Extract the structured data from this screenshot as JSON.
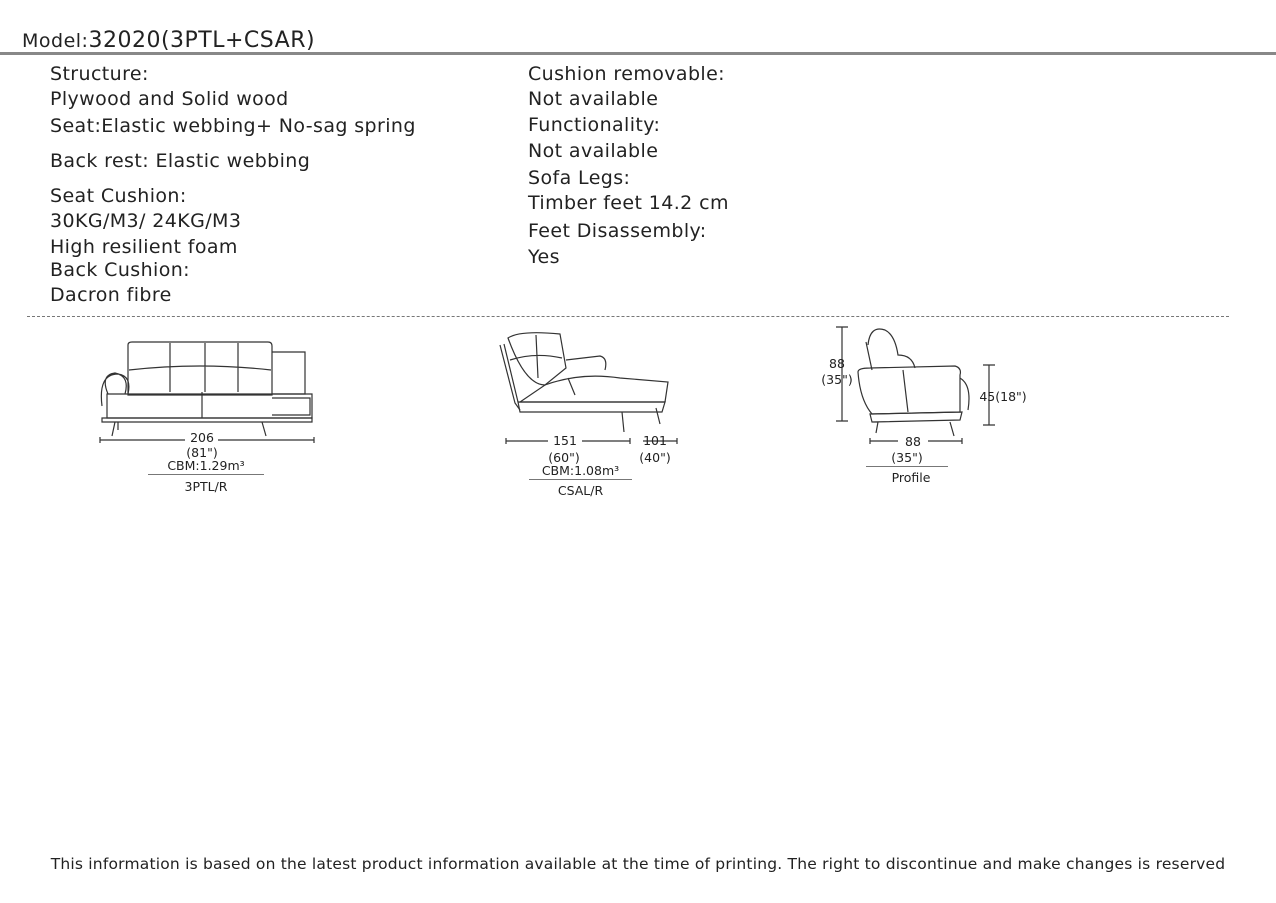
{
  "header": {
    "model_label": "Model:",
    "model_value": "32020(3PTL+CSAR)"
  },
  "specs_left": [
    {
      "text": "Structure:"
    },
    {
      "text": "Plywood and Solid wood"
    },
    {
      "text": "Seat:Elastic webbing+ No-sag spring"
    },
    {
      "text": "Back rest:  Elastic webbing"
    },
    {
      "text": "Seat Cushion:"
    },
    {
      "text": "30KG/M3/ 24KG/M3"
    },
    {
      "text": "High resilient foam"
    },
    {
      "text": "Back Cushion:"
    },
    {
      "text": "Dacron fibre"
    }
  ],
  "specs_right": [
    {
      "text": "Cushion removable:"
    },
    {
      "text": "Not available"
    },
    {
      "text": "Functionality:"
    },
    {
      "text": "Not available"
    },
    {
      "text": "Sofa Legs:"
    },
    {
      "text": "Timber feet 14.2 cm"
    },
    {
      "text": "Feet Disassembly:"
    },
    {
      "text": "Yes"
    }
  ],
  "drawings": {
    "sofa": {
      "width": "206",
      "width_in": "(81\")",
      "cbm": "CBM:1.29m³",
      "name": "3PTL/R"
    },
    "chaise": {
      "width": "151",
      "width_in": "(60\")",
      "depth": "101",
      "depth_in": "(40\")",
      "cbm": "CBM:1.08m³",
      "name": "CSAL/R"
    },
    "profile": {
      "height": "88",
      "height_in": "(35\")",
      "seat_height": "45(18\")",
      "depth": "88",
      "depth_in": "(35\")",
      "name": "Profile"
    }
  },
  "footer": "This information is based on the latest product information available at the time of printing. The right to discontinue and make changes is reserved"
}
